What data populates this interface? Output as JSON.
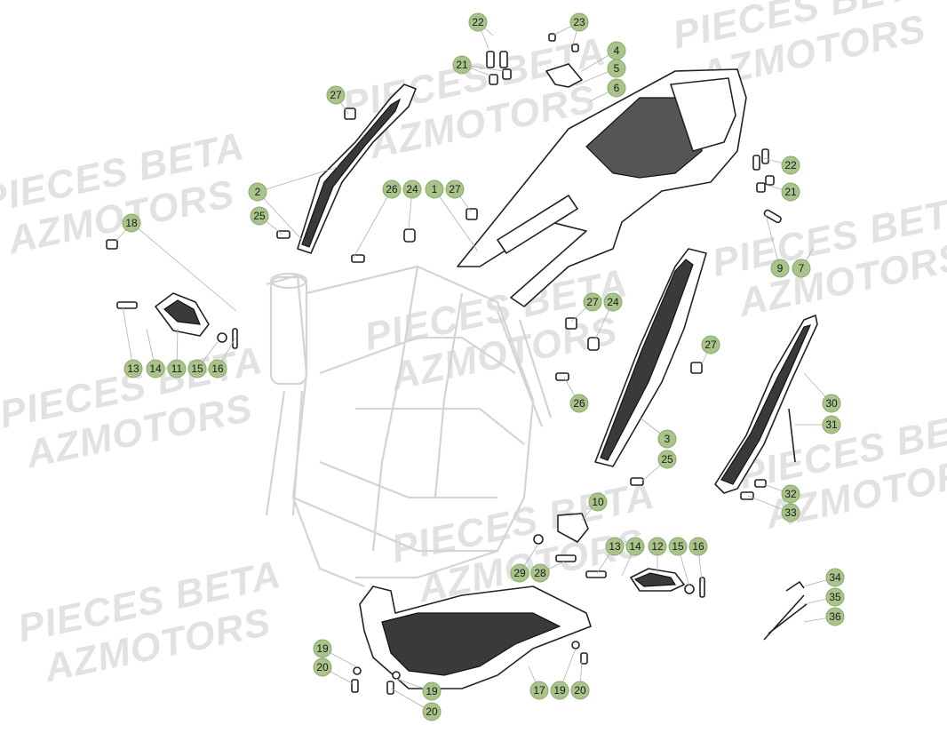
{
  "watermark": {
    "line1": "PIECES BETA",
    "line2": "AZMOTORS"
  },
  "colors": {
    "callout_fill": "#a9c48a",
    "callout_stroke": "#8aa86b",
    "watermark": "#e2e2e2",
    "frame_line": "#d4d4d4"
  },
  "callouts": [
    "22",
    "23",
    "4",
    "21",
    "5",
    "6",
    "27",
    "2",
    "26",
    "24",
    "1",
    "27",
    "22",
    "21",
    "25",
    "18",
    "9",
    "7",
    "27",
    "24",
    "13",
    "14",
    "11",
    "15",
    "16",
    "27",
    "26",
    "30",
    "31",
    "3",
    "25",
    "32",
    "33",
    "10",
    "13",
    "14",
    "12",
    "15",
    "16",
    "29",
    "28",
    "34",
    "35",
    "36",
    "19",
    "20",
    "19",
    "20",
    "17",
    "19",
    "20"
  ]
}
